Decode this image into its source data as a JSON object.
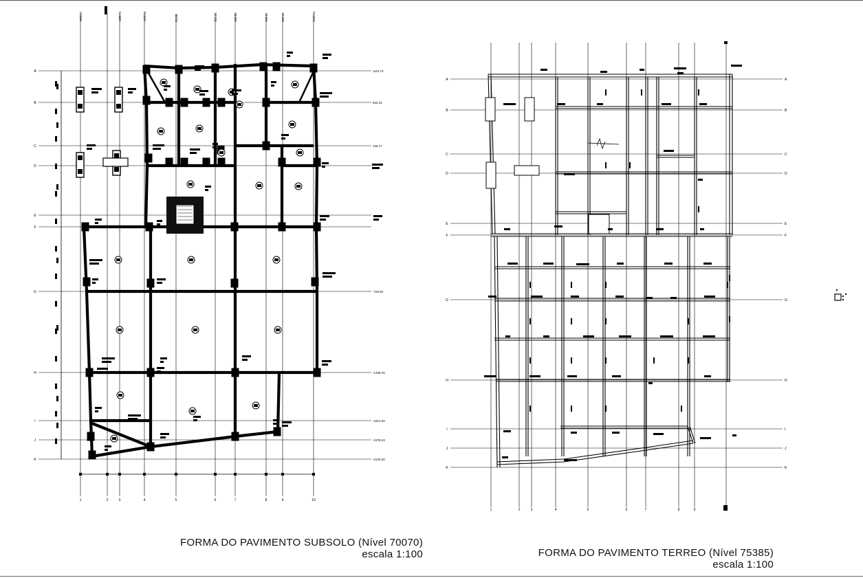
{
  "plans": [
    {
      "title": "FORMA DO PAVIMENTO SUBSOLO (Nível 70070)",
      "scale": "escala 1:100",
      "axis_top_labels": [
        "-600.61",
        "-488.73",
        "-226.50",
        "83.00",
        "324.34",
        "480.66",
        "789.27",
        "909.45",
        "1155.11"
      ],
      "axis_right_labels": [
        "1113.74",
        "832.31",
        "136.17",
        "-729.60",
        "-1459.76",
        "-1813.20",
        "-1978.23",
        "-2133.20"
      ],
      "grid_rows": [
        "A",
        "B",
        "C",
        "D",
        "E",
        "F",
        "G",
        "H",
        "I",
        "J",
        "K"
      ],
      "grid_cols": [
        "1",
        "2",
        "3",
        "4",
        "5",
        "6",
        "7",
        "8",
        "9",
        "10"
      ]
    },
    {
      "title": "FORMA DO PAVIMENTO TERREO (Nível 75385)",
      "scale": "escala 1:100",
      "grid_rows": [
        "A",
        "B",
        "C",
        "D",
        "E",
        "F",
        "G",
        "H",
        "I",
        "J",
        "K"
      ],
      "grid_cols": [
        "1",
        "2",
        "3",
        "4",
        "5",
        "6",
        "7",
        "8",
        "9"
      ]
    }
  ]
}
